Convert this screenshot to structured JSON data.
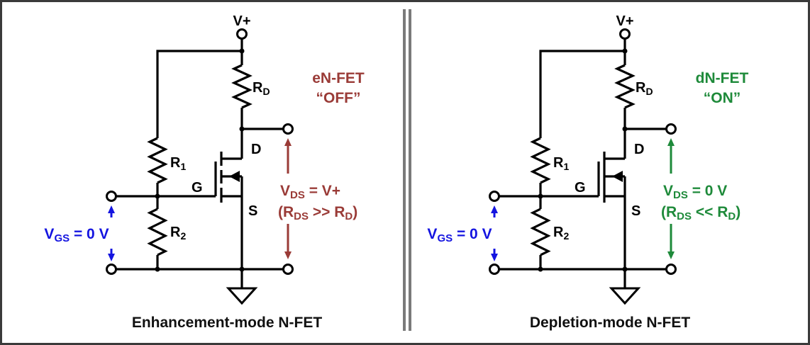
{
  "colors": {
    "wire": "#000000",
    "divider": "#7a7a7a",
    "border": "#3a3a3a",
    "vgs_blue": "#1414e0",
    "off_red": "#9a3b37",
    "on_green": "#1e8a3a"
  },
  "panels": [
    {
      "id": "enhancement",
      "caption": "Enhancement-mode N-FET",
      "supply_label": "V+",
      "rd_label": "R",
      "rd_sub": "D",
      "r1_label": "R",
      "r1_sub": "1",
      "r2_label": "R",
      "r2_sub": "2",
      "gate_label": "G",
      "drain_label": "D",
      "source_label": "S",
      "vgs_main": "V",
      "vgs_sub": "GS",
      "vgs_value": " = 0 V",
      "state_line1": "eN-FET",
      "state_line2": "“OFF”",
      "vds_main": "V",
      "vds_sub": "DS",
      "vds_value": " = V+",
      "rds_open": "(R",
      "rds_sub": "DS",
      "rds_relation": " >> R",
      "rds_rd_sub": "D",
      "rds_close": ")",
      "channel": "broken"
    },
    {
      "id": "depletion",
      "caption": "Depletion-mode N-FET",
      "supply_label": "V+",
      "rd_label": "R",
      "rd_sub": "D",
      "r1_label": "R",
      "r1_sub": "1",
      "r2_label": "R",
      "r2_sub": "2",
      "gate_label": "G",
      "drain_label": "D",
      "source_label": "S",
      "vgs_main": "V",
      "vgs_sub": "GS",
      "vgs_value": " = 0 V",
      "state_line1": "dN-FET",
      "state_line2": "“ON”",
      "vds_main": "V",
      "vds_sub": "DS",
      "vds_value": " = 0 V",
      "rds_open": "(R",
      "rds_sub": "DS",
      "rds_relation": " << R",
      "rds_rd_sub": "D",
      "rds_close": ")",
      "channel": "solid"
    }
  ]
}
